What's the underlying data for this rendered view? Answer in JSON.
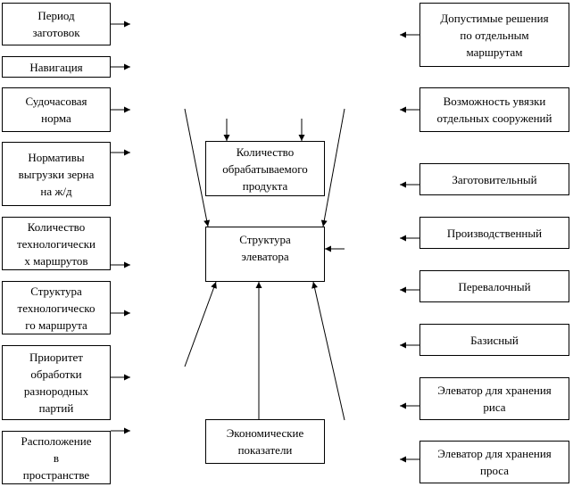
{
  "left_boxes": [
    {
      "id": "period",
      "lines": [
        "Период",
        "заготовок"
      ]
    },
    {
      "id": "navigation",
      "lines": [
        "Навигация"
      ]
    },
    {
      "id": "ship-hour-norm",
      "lines": [
        "Судочасовая",
        "норма"
      ]
    },
    {
      "id": "grain-unloading-norms",
      "lines": [
        "Нормативы",
        "выгрузки зерна",
        "на ж/д"
      ]
    },
    {
      "id": "route-count",
      "lines": [
        "Количество",
        "технологически",
        "х маршрутов"
      ]
    },
    {
      "id": "route-structure",
      "lines": [
        "Структура",
        "технологическо",
        "го маршрута"
      ]
    },
    {
      "id": "batch-priority",
      "lines": [
        "Приоритет",
        "обработки",
        "разнородных",
        "партий"
      ]
    },
    {
      "id": "spatial-location",
      "lines": [
        "Расположение",
        "в",
        "пространстве"
      ]
    }
  ],
  "center_boxes": [
    {
      "id": "product-quantity",
      "lines": [
        "Количество",
        "обрабатываемого",
        "продукта"
      ]
    },
    {
      "id": "elevator-structure",
      "lines": [
        "Структура",
        "элеватора"
      ]
    },
    {
      "id": "economic-indicators",
      "lines": [
        "Экономические",
        "показатели"
      ]
    }
  ],
  "right_boxes": [
    {
      "id": "acceptable-solutions",
      "lines": [
        "Допустимые решения",
        "по отдельным",
        "маршрутам"
      ]
    },
    {
      "id": "structure-linkage",
      "lines": [
        "Возможность увязки",
        "отдельных сооружений"
      ]
    },
    {
      "id": "procurement",
      "lines": [
        "Заготовительный"
      ]
    },
    {
      "id": "production",
      "lines": [
        "Производственный"
      ]
    },
    {
      "id": "transshipment",
      "lines": [
        "Перевалочный"
      ]
    },
    {
      "id": "base",
      "lines": [
        "Базисный"
      ]
    },
    {
      "id": "rice-storage",
      "lines": [
        "Элеватор для хранения",
        "риса"
      ]
    },
    {
      "id": "millet-storage",
      "lines": [
        "Элеватор для хранения",
        "проса"
      ]
    }
  ]
}
